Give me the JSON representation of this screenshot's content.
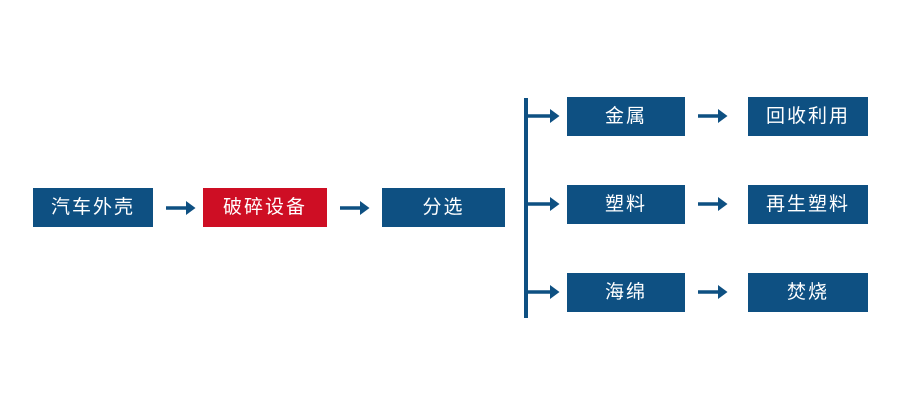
{
  "diagram": {
    "type": "flowchart",
    "orientation": "left-to-right",
    "palette": {
      "primary_blue": "#0E5082",
      "highlight_red": "#CE0E24",
      "arrow_blue": "#0E5082",
      "background": "#FFFFFF",
      "node_text": "#FFFFFF"
    },
    "nodes": {
      "source": {
        "label": "汽车外壳",
        "color": "#0E5082"
      },
      "shredder": {
        "label": "破碎设备",
        "color": "#CE0E24"
      },
      "sorting": {
        "label": "分选",
        "color": "#0E5082"
      },
      "branch_1_material": {
        "label": "金属",
        "color": "#0E5082"
      },
      "branch_1_outcome": {
        "label": "回收利用",
        "color": "#0E5082"
      },
      "branch_2_material": {
        "label": "塑料",
        "color": "#0E5082"
      },
      "branch_2_outcome": {
        "label": "再生塑料",
        "color": "#0E5082"
      },
      "branch_3_material": {
        "label": "海绵",
        "color": "#0E5082"
      },
      "branch_3_outcome": {
        "label": "焚烧",
        "color": "#0E5082"
      }
    },
    "connectors": {
      "source_to_shredder": "arrow-right-icon",
      "shredder_to_sorting": "arrow-right-icon",
      "sorting_to_split": "arrow-right-icon",
      "split_to_branch_1": "branch-arrow-right-icon",
      "split_to_branch_2": "branch-arrow-right-icon",
      "split_to_branch_3": "branch-arrow-right-icon",
      "branch_1_to_outcome": "arrow-right-icon",
      "branch_2_to_outcome": "arrow-right-icon",
      "branch_3_to_outcome": "arrow-right-icon",
      "split_bus": "vertical-trunk-line"
    }
  }
}
